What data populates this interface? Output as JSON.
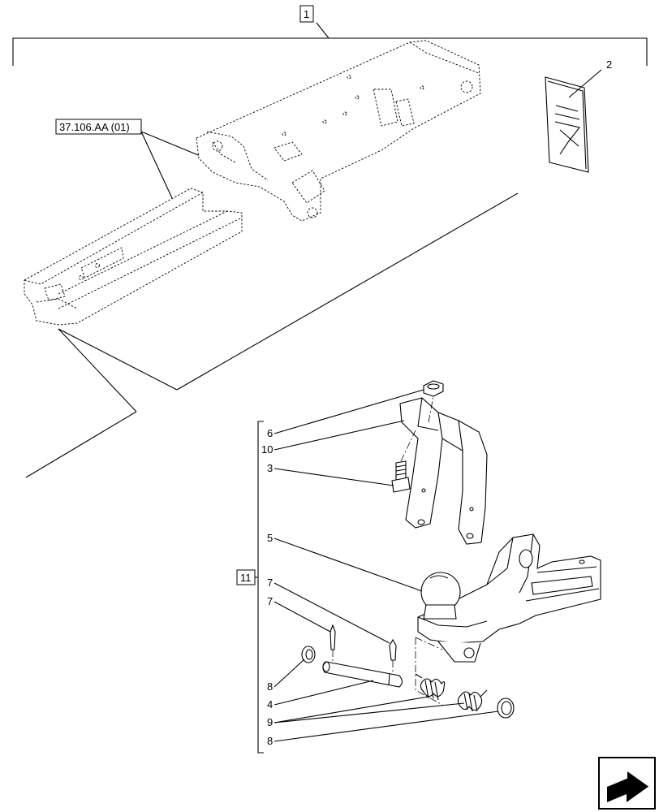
{
  "callouts": {
    "assembly_1": "1",
    "assembly_11": "11",
    "ref_37_106": "37.106.AA (01)",
    "item_2": "2",
    "item_6": "6",
    "item_10": "10",
    "item_3": "3",
    "item_5": "5",
    "item_7a": "7",
    "item_7b": "7",
    "item_8a": "8",
    "item_4": "4",
    "item_9": "9",
    "item_8b": "8"
  },
  "nav_icon": "next-page-arrow-icon"
}
